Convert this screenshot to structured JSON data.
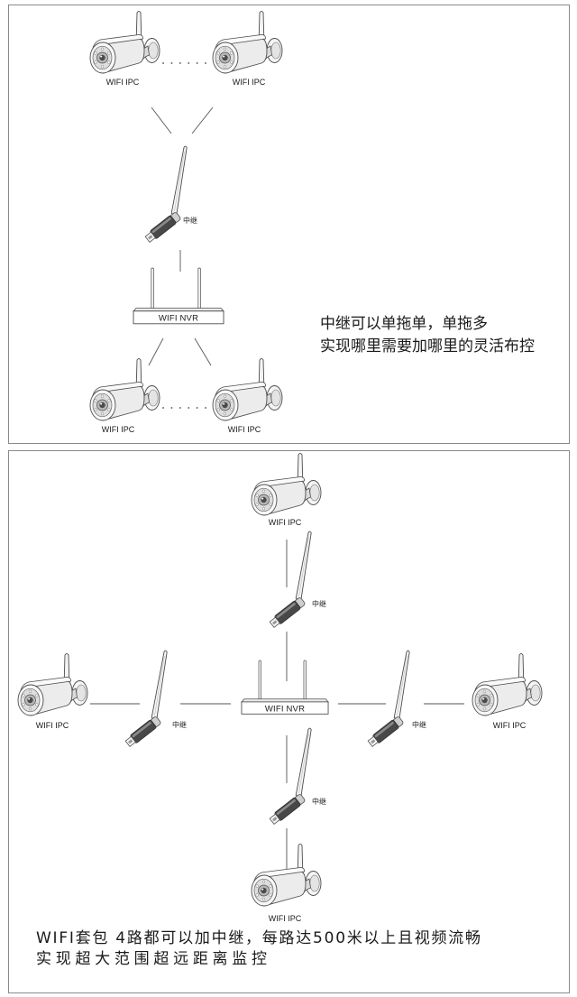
{
  "top_panel": {
    "cameras_upper": [
      {
        "label": "WIFI IPC"
      },
      {
        "label": "WIFI IPC"
      }
    ],
    "repeater": {
      "label": "中继"
    },
    "nvr": {
      "label": "WIFI NVR"
    },
    "cameras_lower": [
      {
        "label": "WIFI IPC"
      },
      {
        "label": "WIFI IPC"
      }
    ],
    "caption_lines": [
      "中继可以单拖单，单拖多",
      "实现哪里需要加哪里的灵活布控"
    ]
  },
  "bottom_panel": {
    "nvr": {
      "label": "WIFI NVR"
    },
    "branches": {
      "up": {
        "repeater_label": "中继",
        "camera_label": "WIFI IPC"
      },
      "left": {
        "repeater_label": "中继",
        "camera_label": "WIFI IPC"
      },
      "right": {
        "repeater_label": "中继",
        "camera_label": "WIFI IPC"
      },
      "down": {
        "repeater_label": "中继",
        "camera_label": "WIFI IPC"
      }
    },
    "caption_lines": [
      "WIFI套包 4路都可以加中继，每路达500米以上且视频流畅",
      "实现超大范围超远距离监控"
    ]
  },
  "icons": {
    "camera": "wifi-ipc-camera-icon",
    "repeater": "wifi-repeater-icon",
    "nvr": "wifi-nvr-icon"
  },
  "colors": {
    "background": "#ffffff",
    "panel_border": "#8a8a8a",
    "line": "#555555",
    "text": "#1a1a1a"
  }
}
